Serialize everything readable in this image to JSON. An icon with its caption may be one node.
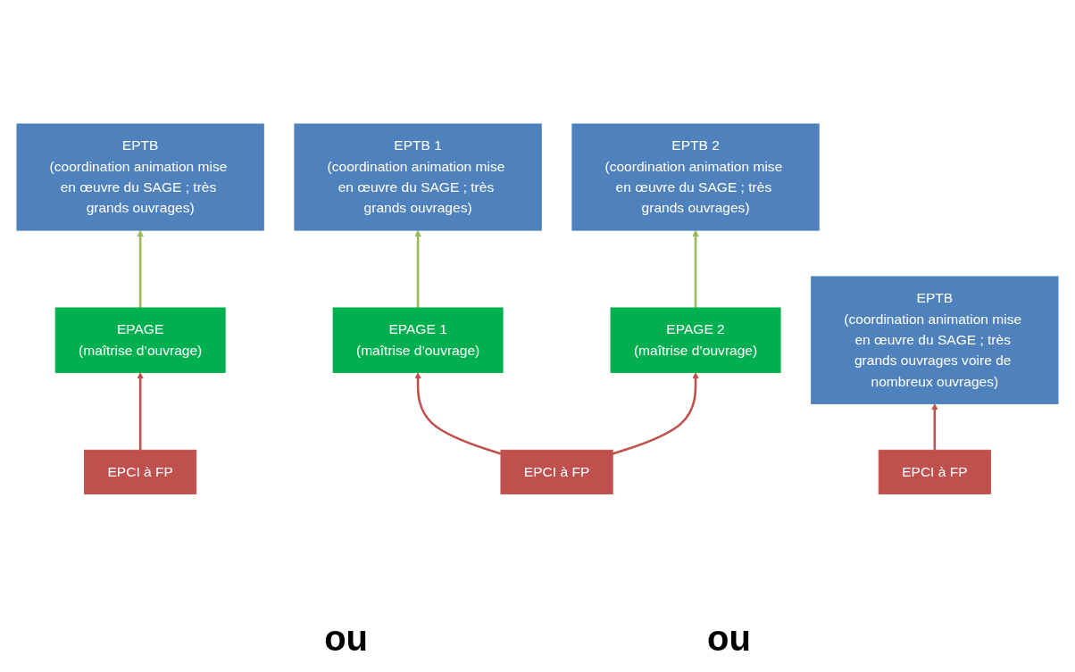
{
  "diagram": {
    "nodes": [
      {
        "text": [
          "EPTB",
          "(coordination animation mise en œuvre du SAGE ; très grands ouvrages)"
        ]
      },
      {
        "text": [
          "EPAGE",
          "(maîtrise d’ouvrage)"
        ]
      },
      {
        "text": [
          "EPCI à FP"
        ]
      },
      {
        "text": [
          "EPTB 1",
          "(coordination animation mise en œuvre du SAGE ; très grands ouvrages)"
        ]
      },
      {
        "text": [
          "EPTB 2",
          "(coordination animation mise en œuvre du SAGE ; très grands ouvrages)"
        ]
      },
      {
        "text": [
          "EPAGE 1",
          "(maîtrise d’ouvrage)"
        ]
      },
      {
        "text": [
          "EPAGE 2",
          "(maîtrise d’ouvrage)"
        ]
      },
      {
        "text": [
          "EPCI à FP"
        ]
      },
      {
        "text": [
          "EPTB",
          "(coordination animation mise en œuvre du SAGE ; très grands ouvrages voire de nombreux ouvrages)"
        ]
      },
      {
        "text": [
          "EPCI à FP"
        ]
      }
    ],
    "edges": [
      {
        "from": 1,
        "to": 0,
        "arrow": "to",
        "color": "#9bbb59"
      },
      {
        "from": 2,
        "to": 1,
        "arrow": "to"
      },
      {
        "from": 5,
        "to": 3,
        "arrow": "to",
        "color": "#9bbb59"
      },
      {
        "from": 6,
        "to": 4,
        "arrow": "to",
        "color": "#9bbb59"
      },
      {
        "from": 7,
        "to": 5,
        "arrow": "to"
      },
      {
        "from": 7,
        "to": 6,
        "arrow": "to"
      },
      {
        "from": 9,
        "to": 8,
        "arrow": "to"
      }
    ],
    "labels": [
      "ou",
      "ou"
    ]
  }
}
